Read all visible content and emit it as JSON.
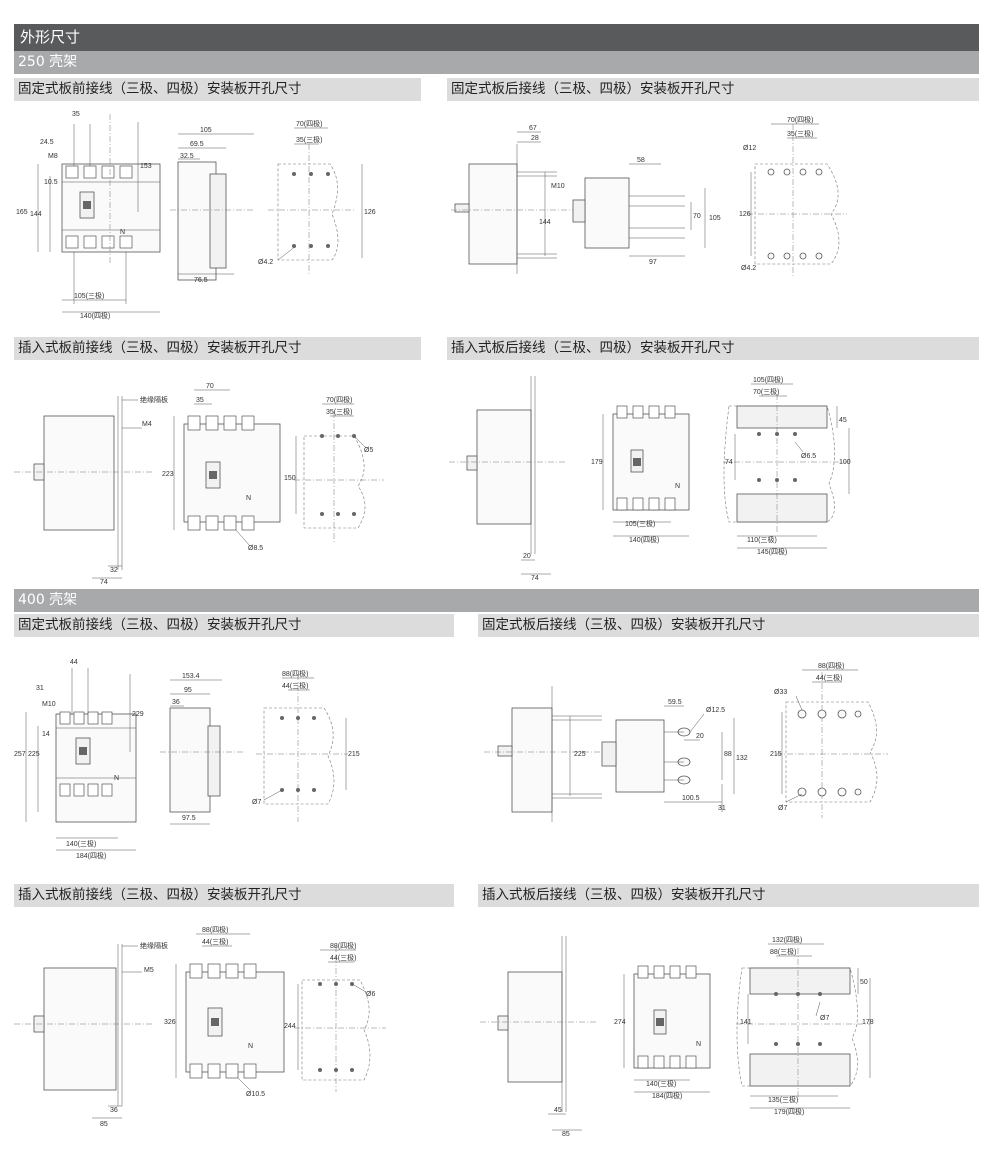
{
  "section_title": "外形尺寸",
  "frames": [
    {
      "id": "f250",
      "label": "250 壳架",
      "panels": [
        {
          "id": "p1",
          "title": "固定式板前接线（三极、四极）安装板开孔尺寸",
          "dims": [
            "35",
            "24.5",
            "M8",
            "10.5",
            "165",
            "144",
            "153",
            "N",
            "105(三极)",
            "140(四极)",
            "105",
            "69.5",
            "32.5",
            "76.5",
            "70(四极)",
            "35(三极)",
            "126",
            "Ø4.2"
          ]
        },
        {
          "id": "p2",
          "title": "固定式板后接线（三极、四极）安装板开孔尺寸",
          "dims": [
            "67",
            "28",
            "M10",
            "144",
            "58",
            "70",
            "105",
            "97",
            "70(四极)",
            "35(三极)",
            "Ø12",
            "126",
            "Ø4.2"
          ]
        },
        {
          "id": "p3",
          "title": "插入式板前接线（三极、四极）安装板开孔尺寸",
          "dims": [
            "绝缘隔板",
            "M4",
            "32",
            "74",
            "70",
            "35",
            "223",
            "N",
            "Ø8.5",
            "70(四极)",
            "35(三极)",
            "Ø5",
            "150"
          ]
        },
        {
          "id": "p4",
          "title": "插入式板后接线（三极、四极）安装板开孔尺寸",
          "dims": [
            "20",
            "74",
            "179",
            "N",
            "105(三极)",
            "140(四极)",
            "105(四极)",
            "70(三极)",
            "45",
            "74",
            "100",
            "Ø6.5",
            "110(三极)",
            "145(四极)"
          ]
        }
      ]
    },
    {
      "id": "f400",
      "label": "400 壳架",
      "panels": [
        {
          "id": "p5",
          "title": "固定式板前接线（三极、四极）安装板开孔尺寸",
          "dims": [
            "44",
            "31",
            "M10",
            "14",
            "257",
            "225",
            "229",
            "N",
            "140(三极)",
            "184(四极)",
            "153.4",
            "95",
            "36",
            "97.5",
            "88(四极)",
            "44(三极)",
            "215",
            "Ø7"
          ]
        },
        {
          "id": "p6",
          "title": "固定式板后接线（三极、四极）安装板开孔尺寸",
          "dims": [
            "59.5",
            "Ø12.5",
            "20",
            "225",
            "88",
            "132",
            "100.5",
            "31",
            "88(四极)",
            "44(三极)",
            "Ø33",
            "215",
            "Ø7"
          ]
        },
        {
          "id": "p7",
          "title": "插入式板前接线（三极、四极）安装板开孔尺寸",
          "dims": [
            "绝缘隔板",
            "M5",
            "36",
            "85",
            "88(四极)",
            "44(三极)",
            "326",
            "N",
            "Ø10.5",
            "88(四极)",
            "44(三极)",
            "Ø6",
            "244"
          ]
        },
        {
          "id": "p8",
          "title": "插入式板后接线（三极、四极）安装板开孔尺寸",
          "dims": [
            "45",
            "85",
            "274",
            "N",
            "140(三极)",
            "184(四极)",
            "132(四极)",
            "88(三极)",
            "50",
            "141",
            "178",
            "Ø7",
            "135(三极)",
            "179(四极)"
          ]
        }
      ]
    }
  ]
}
